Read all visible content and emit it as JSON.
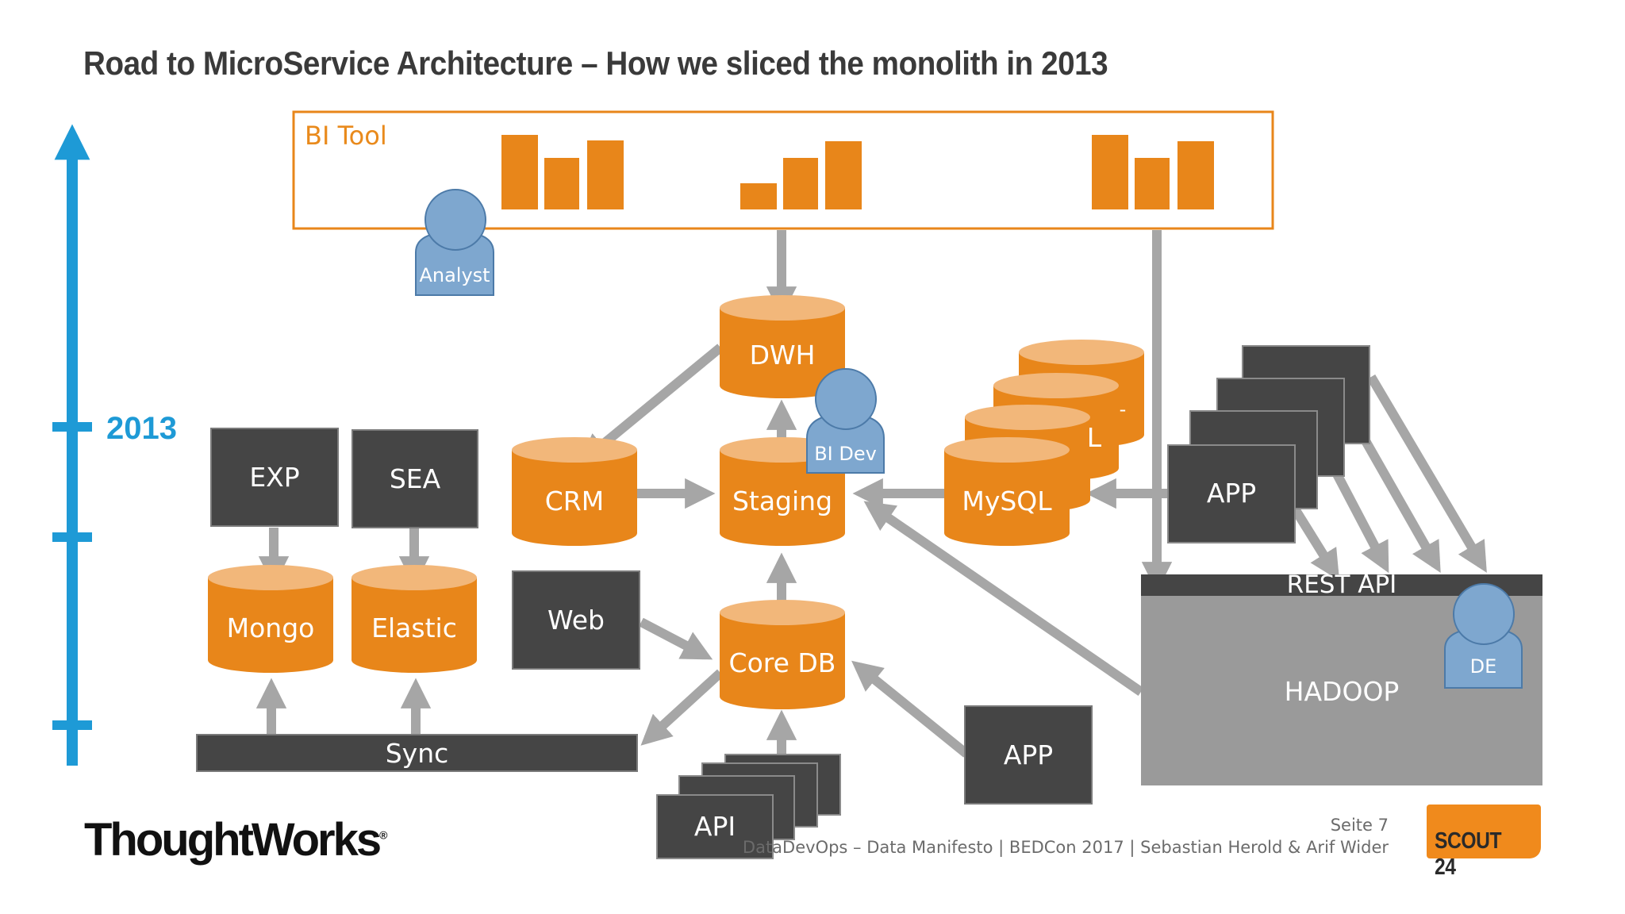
{
  "title": "Road to MicroService Architecture – How we sliced the monolith in 2013",
  "timeline": {
    "year": "2013"
  },
  "bi_tool": {
    "label": "BI Tool"
  },
  "people": {
    "analyst": "Analyst",
    "bi_dev": "BI Dev",
    "de": "DE"
  },
  "databases": {
    "dwh": "DWH",
    "crm": "CRM",
    "staging": "Staging",
    "mysql": "MySQL",
    "mysql_partial_1": "L",
    "mysql_partial_2": "-",
    "mongo": "Mongo",
    "elastic": "Elastic",
    "core_db": "Core DB"
  },
  "services": {
    "exp": "EXP",
    "sea": "SEA",
    "web": "Web",
    "sync": "Sync",
    "api": "API",
    "app_bottom": "APP",
    "app_right": "APP"
  },
  "hadoop": {
    "rest_api": "REST API",
    "label": "HADOOP"
  },
  "footer": {
    "brand": "ThoughtWorks",
    "brand_mark": "®",
    "page": "Seite 7",
    "caption": "DataDevOps – Data Manifesto | BEDCon 2017 | Sebastian Herold & Arif Wider",
    "logo": "SCOUT 24"
  },
  "colors": {
    "orange": "#e8861a",
    "dark_box": "#454545",
    "arrow": "#a6a6a6",
    "timeline": "#1e9ad6",
    "person": "#7ea7cf",
    "hadoop": "#9a9a9a"
  }
}
